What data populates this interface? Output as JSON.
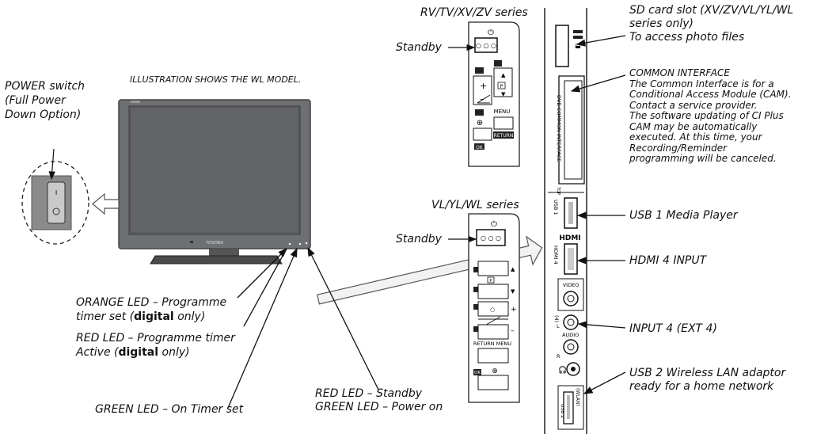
{
  "illustration_note": "ILLUSTRATION SHOWS THE WL MODEL.",
  "tv_brand": "TOSHIBA",
  "power_switch": {
    "lines": [
      "POWER switch",
      "(Full Power",
      "Down Option)"
    ]
  },
  "led_labels": {
    "orange": {
      "line1": "ORANGE LED – Programme",
      "line2_a": "timer set (",
      "line2_bold": "digital",
      "line2_b": " only)"
    },
    "red": {
      "line1": "RED LED – Programme timer",
      "line2_a": "Active (",
      "line2_bold": "digital",
      "line2_b": " only)"
    },
    "green": "GREEN LED – On Timer set",
    "standby_lines": [
      "RED LED – Standby",
      "GREEN LED – Power on"
    ]
  },
  "panel_rv": {
    "title": "RV/TV/XV/ZV series",
    "standby_label": "Standby",
    "button_labels": {
      "menu": "MENU",
      "return": "RETURN",
      "ok": "OK",
      "p": "P"
    }
  },
  "panel_vl": {
    "title": "VL/YL/WL series",
    "standby_label": "Standby",
    "button_labels": {
      "return_menu": "RETURN MENU",
      "ok": "OK",
      "p": "P"
    }
  },
  "side_panel": {
    "sd_label": [
      "SD card slot (XV/ZV/VL/YL/WL",
      "series only)",
      "To access photo files"
    ],
    "ci_label": [
      "COMMON INTERFACE",
      "The Common Interface is for a",
      "Conditional Access Module (CAM).",
      "Contact a service provider.",
      "The software updating of CI Plus",
      "CAM may be automatically",
      "executed. At this time, your",
      "Recording/Reminder",
      "programming will be canceled."
    ],
    "usb1_label": "USB 1 Media Player",
    "hdmi_label": "HDMI 4 INPUT",
    "input4_label": "INPUT 4 (EXT 4)",
    "usb2_label": [
      "USB 2 Wireless LAN adaptor",
      "ready for a home network"
    ],
    "printed": {
      "dvb": "DVB COMMON INTERFACE",
      "top": "TOP",
      "usb1": "USB 1",
      "hdmi_logo": "HDMI",
      "hdmi4": "HDMI 4",
      "video": "VIDEO",
      "audio": "AUDIO",
      "l": "L",
      "r": "R",
      "usb2": "USB 2",
      "wlan": "(WLAN)",
      "ch4": "(4)"
    }
  }
}
